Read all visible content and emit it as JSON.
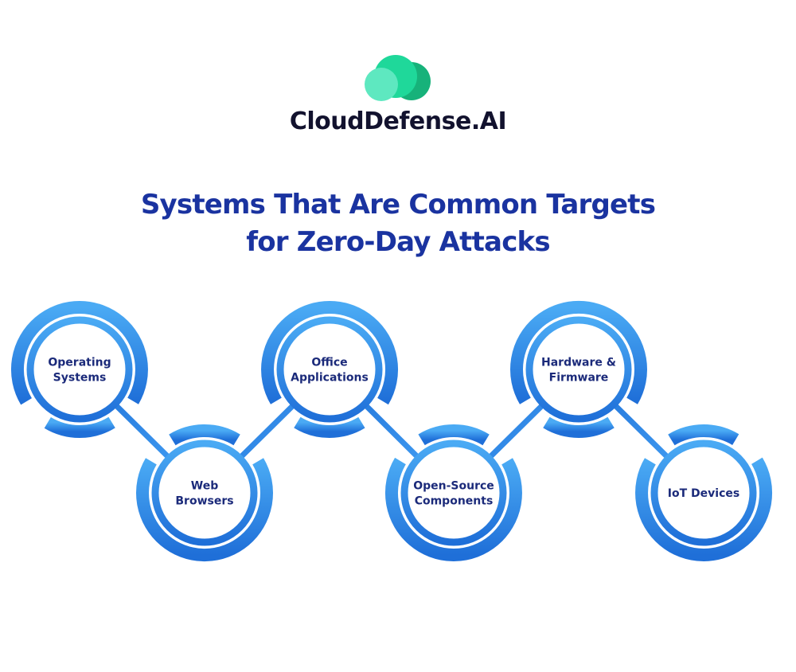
{
  "brand": {
    "name": "CloudDefense.AI",
    "logo_icon": "cloud-icon",
    "colors": {
      "dark_green": "#17b27a",
      "mid_green": "#1fd89a",
      "light_green": "#5ee8c0",
      "text": "#12122e"
    }
  },
  "title": {
    "line1": "Systems That Are Common Targets",
    "line2": "for Zero-Day Attacks",
    "color": "#1a33a0"
  },
  "diagram": {
    "ring_colors": {
      "light": "#4aaaf4",
      "dark": "#1f6fd8"
    },
    "label_color": "#1b2a7a",
    "nodes": [
      {
        "id": "operating-systems",
        "lines": [
          "Operating",
          "Systems"
        ],
        "row": "top"
      },
      {
        "id": "web-browsers",
        "lines": [
          "Web",
          "Browsers"
        ],
        "row": "bottom"
      },
      {
        "id": "office-applications",
        "lines": [
          "Office",
          "Applications"
        ],
        "row": "top"
      },
      {
        "id": "open-source-components",
        "lines": [
          "Open-Source",
          "Components"
        ],
        "row": "bottom"
      },
      {
        "id": "hardware-firmware",
        "lines": [
          "Hardware &",
          "Firmware"
        ],
        "row": "top"
      },
      {
        "id": "iot-devices",
        "lines": [
          "IoT Devices"
        ],
        "row": "bottom"
      }
    ]
  }
}
